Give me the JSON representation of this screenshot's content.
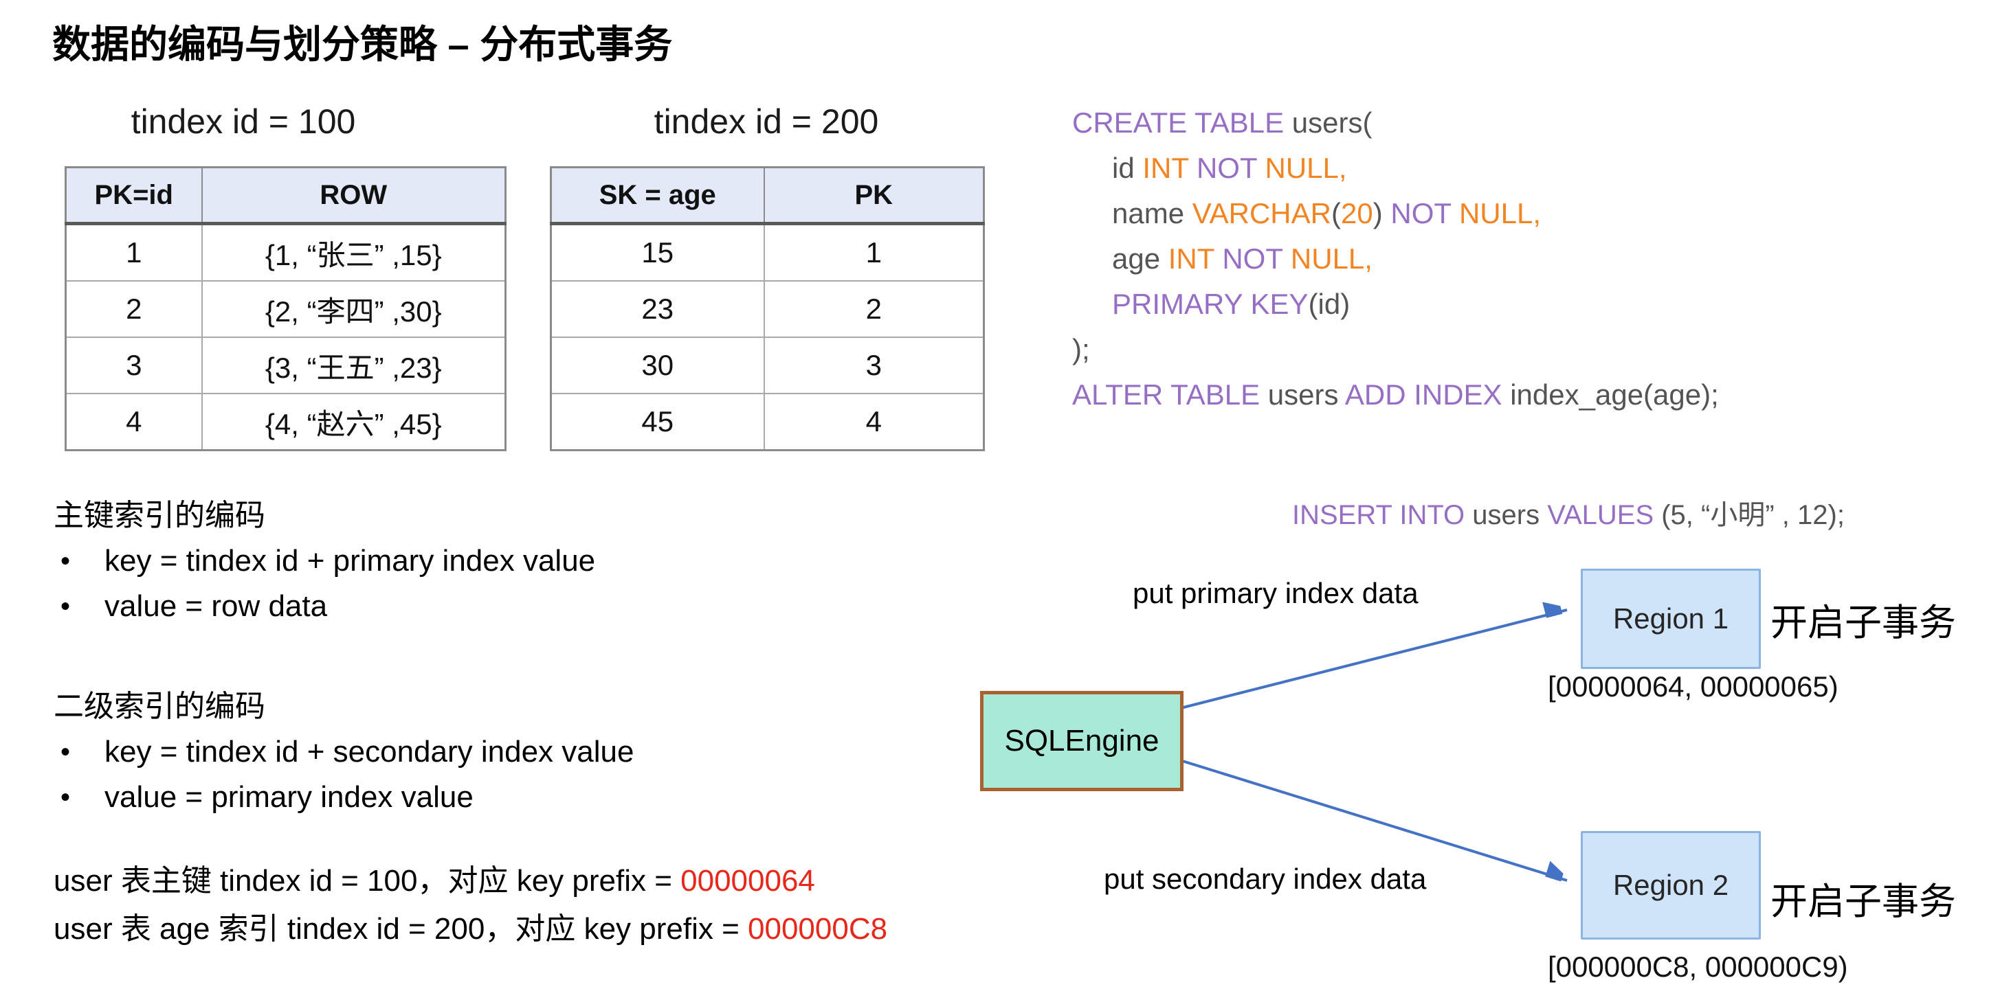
{
  "slide": {
    "title": "数据的编码与划分策略 – 分布式事务"
  },
  "colors": {
    "sql_keyword_purple": "#966ec3",
    "sql_type_orange": "#f28522",
    "sql_plain_gray": "#545454",
    "highlight_red": "#e8271b",
    "table_header_bg": "#e4e9f7",
    "region_fill": "#cfe3f9",
    "region_border": "#8db3e2",
    "engine_fill": "#a9ead7",
    "engine_border": "#a8622f",
    "arrow_blue": "#4472c4"
  },
  "index_tables": [
    {
      "caption": "tindex id = 100",
      "headers": [
        "PK=id",
        "ROW"
      ],
      "rows": [
        [
          "1",
          "{1, “张三” ,15}"
        ],
        [
          "2",
          "{2, “李四” ,30}"
        ],
        [
          "3",
          "{3, “王五” ,23}"
        ],
        [
          "4",
          "{4, “赵六” ,45}"
        ]
      ]
    },
    {
      "caption": "tindex id = 200",
      "headers": [
        "SK = age",
        "PK"
      ],
      "rows": [
        [
          "15",
          "1"
        ],
        [
          "23",
          "2"
        ],
        [
          "30",
          "3"
        ],
        [
          "45",
          "4"
        ]
      ]
    }
  ],
  "sql_block": {
    "lines": [
      {
        "tokens": [
          {
            "t": "CREATE TABLE ",
            "c": "kw"
          },
          {
            "t": "users(",
            "c": "pl"
          }
        ]
      },
      {
        "tokens": [
          {
            "t": "id ",
            "c": "pl"
          },
          {
            "t": "INT ",
            "c": "ty"
          },
          {
            "t": "NOT ",
            "c": "kw"
          },
          {
            "t": "NULL,",
            "c": "ty"
          }
        ]
      },
      {
        "tokens": [
          {
            "t": "name ",
            "c": "pl"
          },
          {
            "t": "VARCHAR",
            "c": "ty"
          },
          {
            "t": "(",
            "c": "pl"
          },
          {
            "t": "20",
            "c": "ty"
          },
          {
            "t": ") ",
            "c": "pl"
          },
          {
            "t": "NOT ",
            "c": "kw"
          },
          {
            "t": "NULL,",
            "c": "ty"
          }
        ]
      },
      {
        "tokens": [
          {
            "t": "age ",
            "c": "pl"
          },
          {
            "t": "INT ",
            "c": "ty"
          },
          {
            "t": "NOT ",
            "c": "kw"
          },
          {
            "t": "NULL,",
            "c": "ty"
          }
        ]
      },
      {
        "tokens": [
          {
            "t": "PRIMARY KEY",
            "c": "kw"
          },
          {
            "t": "(id)",
            "c": "pl"
          }
        ]
      },
      {
        "tokens": [
          {
            "t": ");",
            "c": "pl"
          }
        ]
      },
      {
        "tokens": [
          {
            "t": "ALTER TABLE ",
            "c": "kw"
          },
          {
            "t": "users ",
            "c": "pl"
          },
          {
            "t": "ADD INDEX ",
            "c": "kw"
          },
          {
            "t": "index_age(age);",
            "c": "pl"
          }
        ]
      }
    ]
  },
  "encoding_sections": [
    {
      "heading": "主键索引的编码",
      "bullets": [
        "key = tindex id + primary index value",
        "value = row data"
      ]
    },
    {
      "heading": "二级索引的编码",
      "bullets": [
        "key = tindex id + secondary index value",
        "value = primary index value"
      ]
    }
  ],
  "prefix_notes": [
    {
      "tokens": [
        {
          "t": "user 表主键 tindex id = 100，对应 key prefix = ",
          "c": "txt"
        },
        {
          "t": "00000064",
          "c": "red"
        }
      ]
    },
    {
      "tokens": [
        {
          "t": "user 表 age 索引 tindex id = 200，对应 key prefix = ",
          "c": "txt"
        },
        {
          "t": "000000C8",
          "c": "red"
        }
      ]
    }
  ],
  "diagram": {
    "insert_tokens": [
      {
        "t": "INSERT INTO ",
        "c": "kw"
      },
      {
        "t": "users ",
        "c": "pl"
      },
      {
        "t": "VALUES ",
        "c": "kw"
      },
      {
        "t": "(5, “小明” , 12);",
        "c": "pl"
      }
    ],
    "engine": {
      "label": "SQLEngine"
    },
    "edges": [
      {
        "label": "put primary index data"
      },
      {
        "label": "put secondary index data"
      }
    ],
    "regions": [
      {
        "name": "Region 1",
        "range": "[00000064, 00000065)",
        "note": "开启子事务"
      },
      {
        "name": "Region 2",
        "range": "[000000C8, 000000C9)",
        "note": "开启子事务"
      }
    ]
  }
}
